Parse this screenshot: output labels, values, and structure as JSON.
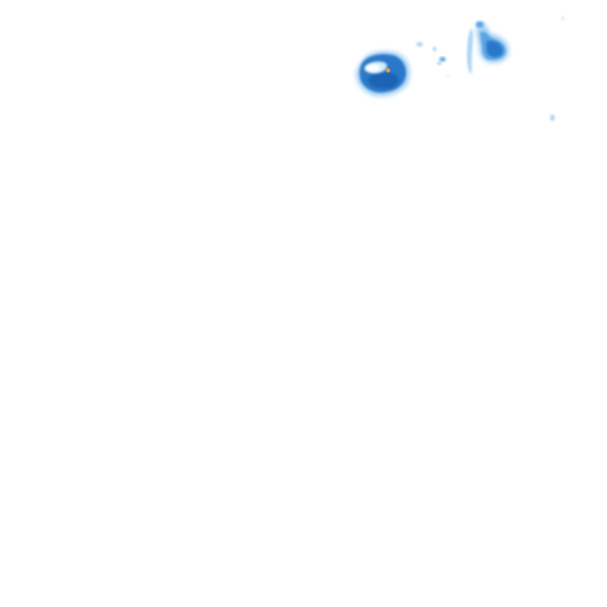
{
  "map": {
    "kind": "precipitation-radar-tile",
    "background": "#ffffff",
    "palette": {
      "very_light": "#d6ecfb",
      "light": "#a9d4f5",
      "medium": "#5aa5e3",
      "heavy": "#2a78c9",
      "core": "#1f64b3",
      "hotspot": "#f0a020"
    },
    "echoes": [
      {
        "name": "echo-cell-large",
        "intensity": "heavy"
      },
      {
        "name": "echo-cell-right",
        "intensity": "heavy"
      },
      {
        "name": "echo-band-thin",
        "intensity": "light"
      },
      {
        "name": "echo-speckle",
        "intensity": "light"
      }
    ],
    "hotspot_present": true
  }
}
